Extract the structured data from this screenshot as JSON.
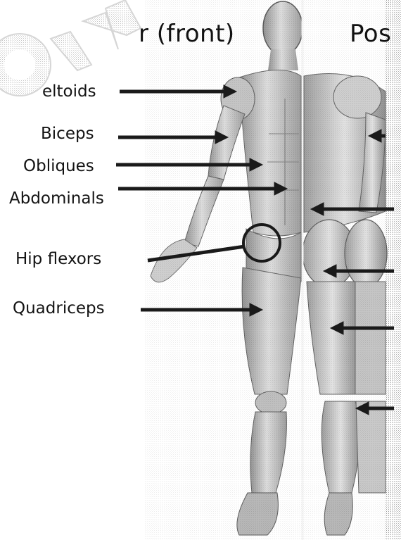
{
  "headings": {
    "anterior": "r (front)",
    "posterior": "Pos"
  },
  "labels": {
    "deltoids": "eltoids",
    "biceps": "Biceps",
    "obliques": "Obliques",
    "abdominals": "Abdominals",
    "hip_flexors": "Hip flexors",
    "quadriceps": "Quadriceps"
  },
  "colors": {
    "ink": "#141414",
    "body_light": "#d9d9d9",
    "body_mid": "#9b9b9b",
    "body_dark": "#4a4a4a",
    "strip": "#c8c8c8",
    "background": "#ffffff"
  },
  "icons": {
    "watermark": "orn-watermark",
    "figure": "muscle-anatomy-figure"
  }
}
